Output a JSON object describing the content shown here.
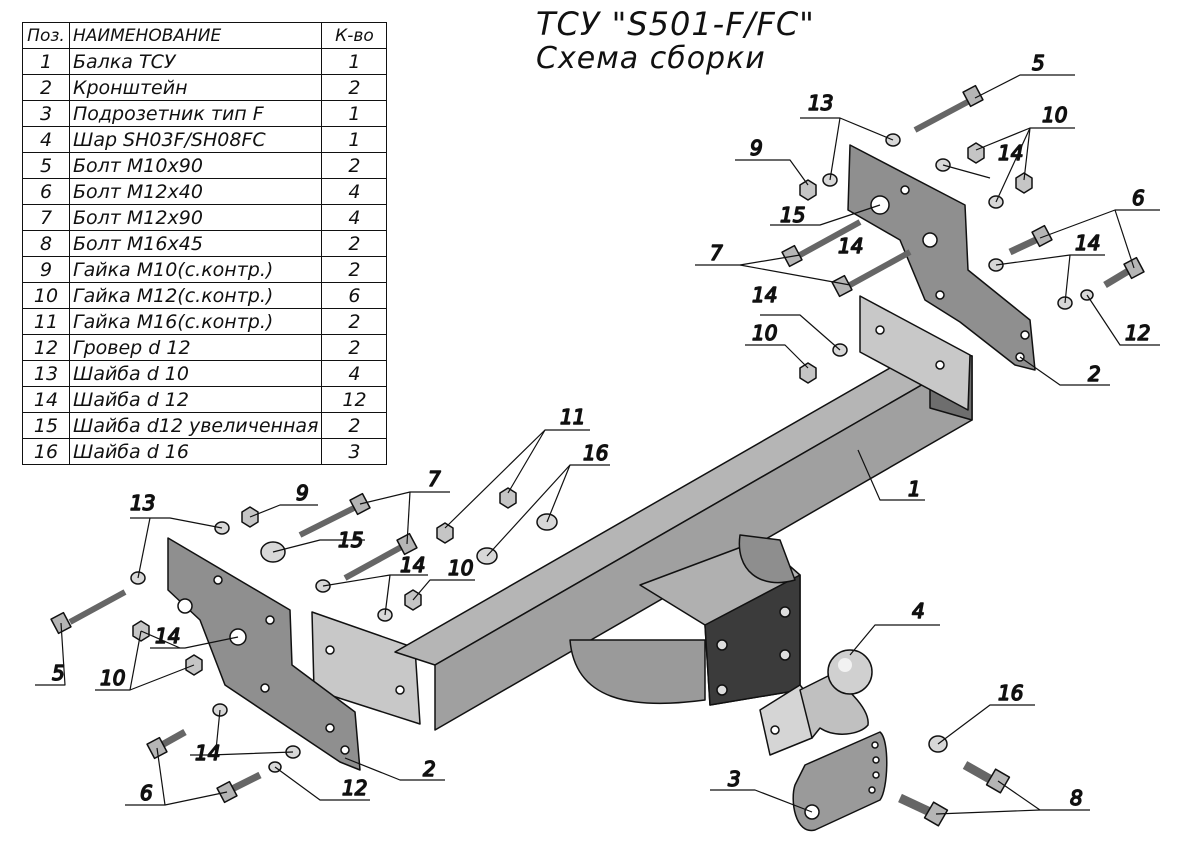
{
  "title": {
    "line1": "ТСУ \"S501-F/FC\"",
    "line2": "Схема сборки"
  },
  "table": {
    "headers": {
      "pos": "Поз.",
      "name": "НАИМЕНОВАНИЕ",
      "qty": "К-во"
    },
    "rows": [
      {
        "pos": "1",
        "name": "Балка ТСУ",
        "qty": "1"
      },
      {
        "pos": "2",
        "name": "Кронштейн",
        "qty": "2"
      },
      {
        "pos": "3",
        "name": "Подрозетник тип F",
        "qty": "1"
      },
      {
        "pos": "4",
        "name": "Шар SH03F/SH08FC",
        "qty": "1"
      },
      {
        "pos": "5",
        "name": "Болт  М10х90",
        "qty": "2"
      },
      {
        "pos": "6",
        "name": "Болт М12х40",
        "qty": "4"
      },
      {
        "pos": "7",
        "name": "Болт М12х90",
        "qty": "4"
      },
      {
        "pos": "8",
        "name": "Болт М16х45",
        "qty": "2"
      },
      {
        "pos": "9",
        "name": "Гайка М10(с.контр.)",
        "qty": "2"
      },
      {
        "pos": "10",
        "name": "Гайка М12(с.контр.)",
        "qty": "6"
      },
      {
        "pos": "11",
        "name": "Гайка  М16(с.контр.)",
        "qty": "2"
      },
      {
        "pos": "12",
        "name": "Гровер d 12",
        "qty": "2"
      },
      {
        "pos": "13",
        "name": "Шайба d 10",
        "qty": "4"
      },
      {
        "pos": "14",
        "name": "Шайба d 12",
        "qty": "12"
      },
      {
        "pos": "15",
        "name": "Шайба d12 увеличенная",
        "qty": "2"
      },
      {
        "pos": "16",
        "name": "Шайба d 16",
        "qty": "3"
      }
    ]
  },
  "callouts": {
    "c1": "1",
    "c2_right": "2",
    "c2_left": "2",
    "c3": "3",
    "c4": "4",
    "c5_top": "5",
    "c5_left": "5",
    "c6_right": "6",
    "c6_left": "6",
    "c7_right": "7",
    "c7_left": "7",
    "c8": "8",
    "c9_right": "9",
    "c9_left": "9",
    "c10_top": "10",
    "c10_mid": "10",
    "c10_left": "10",
    "c10_center": "10",
    "c11": "11",
    "c12_right": "12",
    "c12_left": "12",
    "c13_right": "13",
    "c13_left": "13",
    "c14_a": "14",
    "c14_b": "14",
    "c14_c": "14",
    "c14_d": "14",
    "c14_e": "14",
    "c14_f": "14",
    "c14_g": "14",
    "c15_right": "15",
    "c15_left": "15",
    "c16_mid": "16",
    "c16_right": "16"
  },
  "colors": {
    "metal": "#c8c8c8",
    "metal_dark": "#8e8e8e",
    "metal_shadow": "#5a5a5a",
    "plate_dark": "#3b3b3b",
    "ink": "#111111"
  }
}
